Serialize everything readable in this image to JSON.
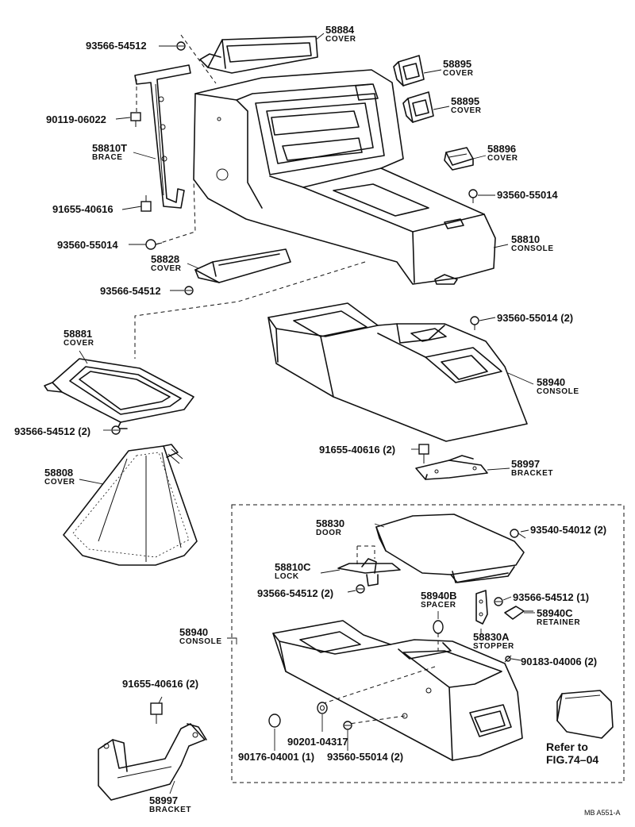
{
  "parts": [
    {
      "id": "p58884",
      "number": "58884",
      "name": "COVER"
    },
    {
      "id": "p93566a",
      "number": "93566-54512",
      "name": ""
    },
    {
      "id": "p58895a",
      "number": "58895",
      "name": "COVER"
    },
    {
      "id": "p58895b",
      "number": "58895",
      "name": "COVER"
    },
    {
      "id": "p90119",
      "number": "90119-06022",
      "name": ""
    },
    {
      "id": "p58810T",
      "number": "58810T",
      "name": "BRACE"
    },
    {
      "id": "p58896",
      "number": "58896",
      "name": "COVER"
    },
    {
      "id": "p93560a",
      "number": "93560-55014",
      "name": ""
    },
    {
      "id": "p91655a",
      "number": "91655-40616",
      "name": ""
    },
    {
      "id": "p93560b",
      "number": "93560-55014",
      "name": ""
    },
    {
      "id": "p58810",
      "number": "58810",
      "name": "CONSOLE"
    },
    {
      "id": "p58828",
      "number": "58828",
      "name": "COVER"
    },
    {
      "id": "p93566b",
      "number": "93566-54512",
      "name": ""
    },
    {
      "id": "p93560c",
      "number": "93560-55014 (2)",
      "name": ""
    },
    {
      "id": "p58881",
      "number": "58881",
      "name": "COVER"
    },
    {
      "id": "p58940a",
      "number": "58940",
      "name": "CONSOLE"
    },
    {
      "id": "p93566c",
      "number": "93566-54512 (2)",
      "name": ""
    },
    {
      "id": "p91655b",
      "number": "91655-40616 (2)",
      "name": ""
    },
    {
      "id": "p58808",
      "number": "58808",
      "name": "COVER"
    },
    {
      "id": "p58997a",
      "number": "58997",
      "name": "BRACKET"
    },
    {
      "id": "p58830",
      "number": "58830",
      "name": "DOOR"
    },
    {
      "id": "p93540",
      "number": "93540-54012 (2)",
      "name": ""
    },
    {
      "id": "p58810C",
      "number": "58810C",
      "name": "LOCK"
    },
    {
      "id": "p93566d",
      "number": "93566-54512 (2)",
      "name": ""
    },
    {
      "id": "p58940B",
      "number": "58940B",
      "name": "SPACER"
    },
    {
      "id": "p93566e",
      "number": "93566-54512 (1)",
      "name": ""
    },
    {
      "id": "p58940C",
      "number": "58940C",
      "name": "RETAINER"
    },
    {
      "id": "p58940b",
      "number": "58940",
      "name": "CONSOLE"
    },
    {
      "id": "p58830A",
      "number": "58830A",
      "name": "STOPPER"
    },
    {
      "id": "p90183",
      "number": "90183-04006 (2)",
      "name": ""
    },
    {
      "id": "p91655c",
      "number": "91655-40616 (2)",
      "name": ""
    },
    {
      "id": "p90201",
      "number": "90201-04317",
      "name": ""
    },
    {
      "id": "p90176",
      "number": "90176-04001 (1)",
      "name": ""
    },
    {
      "id": "p93560d",
      "number": "93560-55014 (2)",
      "name": ""
    },
    {
      "id": "p58997b",
      "number": "58997",
      "name": "BRACKET"
    }
  ],
  "reference": {
    "line1": "Refer to",
    "line2": "FIG.74–04"
  },
  "footer": {
    "code": "MB  A551-A"
  }
}
